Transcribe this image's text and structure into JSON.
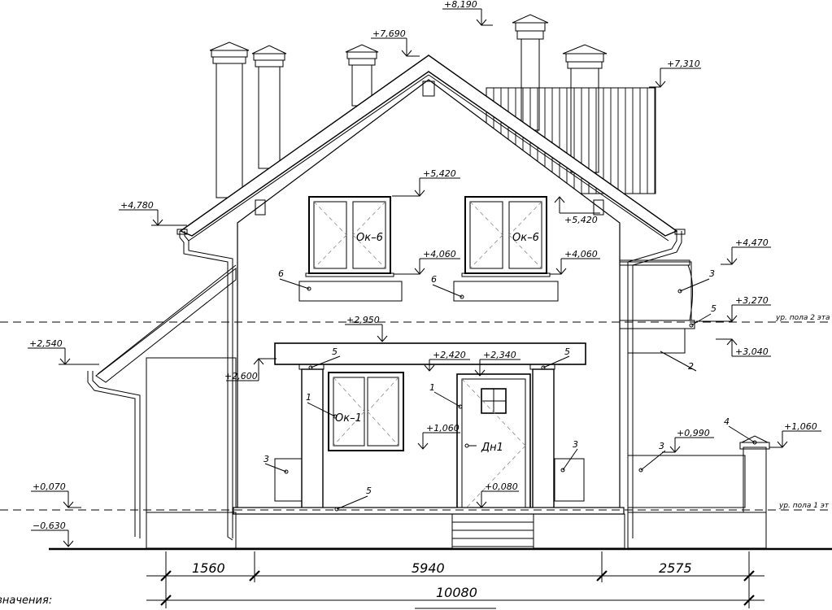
{
  "elevation_marks": [
    {
      "id": "m8190",
      "text": "+8,190"
    },
    {
      "id": "m7690",
      "text": "+7,690"
    },
    {
      "id": "m7310",
      "text": "+7,310"
    },
    {
      "id": "m5420a",
      "text": "+5,420"
    },
    {
      "id": "m5420b",
      "text": "+5,420"
    },
    {
      "id": "m4780",
      "text": "+4,780"
    },
    {
      "id": "m4470",
      "text": "+4,470"
    },
    {
      "id": "m4060a",
      "text": "+4,060"
    },
    {
      "id": "m4060b",
      "text": "+4,060"
    },
    {
      "id": "m3270",
      "text": "+3,270"
    },
    {
      "id": "m3040",
      "text": "+3,040"
    },
    {
      "id": "m2950",
      "text": "+2,950"
    },
    {
      "id": "m2600",
      "text": "+2,600"
    },
    {
      "id": "m2540",
      "text": "+2,540"
    },
    {
      "id": "m2420",
      "text": "+2,420"
    },
    {
      "id": "m2340",
      "text": "+2,340"
    },
    {
      "id": "m1060a",
      "text": "+1,060"
    },
    {
      "id": "m1060b",
      "text": "+1,060"
    },
    {
      "id": "m0990",
      "text": "+0,990"
    },
    {
      "id": "m0080",
      "text": "+0,080"
    },
    {
      "id": "m0070",
      "text": "+0,070"
    },
    {
      "id": "m0630",
      "text": "−0,630"
    }
  ],
  "level_labels": {
    "floor2": "ур. пола 2 эта",
    "floor1": "ур. пола 1 эт"
  },
  "window_labels": {
    "ok6_left": "Ок–6",
    "ok6_right": "Ок–6",
    "ok1": "Ок–1",
    "door": "Дн1"
  },
  "callouts": {
    "c6a": "6",
    "c6b": "6",
    "c3_balcony": "3",
    "c5_balcony": "5",
    "c2": "2",
    "c5_left": "5",
    "c5_right": "5",
    "c1_left": "1",
    "c1_door": "1",
    "c3_left": "3",
    "c3_right": "3",
    "c3_fence": "3",
    "c4": "4",
    "c5_bottom": "5"
  },
  "dimensions": {
    "d1": "1560",
    "d2": "5940",
    "d3": "2575",
    "total": "10080"
  },
  "legend_fragment": "значения:"
}
